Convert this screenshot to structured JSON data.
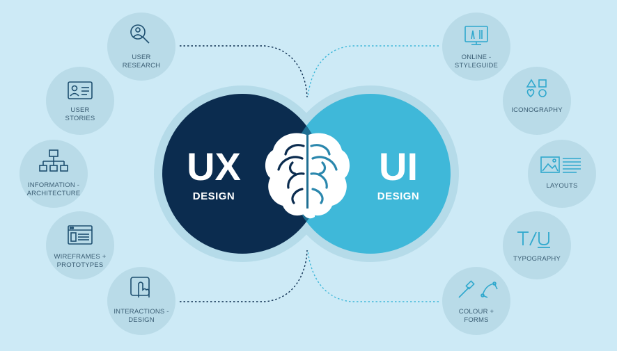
{
  "colors": {
    "background": "#cdeaf6",
    "ux_circle": "#0b2c4f",
    "ui_circle": "#3fb8d9",
    "node_fill": "#b9dbe8",
    "icon_stroke": "#1d4e6f",
    "ui_icon_stroke": "#2fa8cd"
  },
  "ux": {
    "title": "UX",
    "subtitle": "DESIGN",
    "nodes": [
      {
        "icon": "magnifier-person-icon",
        "lines": [
          "USER",
          "RESEARCH"
        ]
      },
      {
        "icon": "id-card-icon",
        "lines": [
          "USER",
          "STORIES"
        ]
      },
      {
        "icon": "sitemap-icon",
        "lines": [
          "INFORMATION -",
          "ARCHITECTURE"
        ]
      },
      {
        "icon": "browser-window-icon",
        "lines": [
          "WIREFRAMES +",
          "PROTOTYPES"
        ]
      },
      {
        "icon": "touch-hand-icon",
        "lines": [
          "INTERACTIONS -",
          "DESIGN"
        ]
      }
    ]
  },
  "ui": {
    "title": "UI",
    "subtitle": "DESIGN",
    "nodes": [
      {
        "icon": "monitor-tools-icon",
        "lines": [
          "ONLINE -",
          "STYLEGUIDE"
        ]
      },
      {
        "icon": "shapes-icon",
        "lines": [
          "ICONOGRAPHY"
        ]
      },
      {
        "icon": "layout-image-icon",
        "lines": [
          "LAYOUTS"
        ]
      },
      {
        "icon": "typography-icon",
        "lines": [
          "TYPOGRAPHY"
        ]
      },
      {
        "icon": "pipette-pen-icon",
        "lines": [
          "COLOUR +",
          "FORMS"
        ]
      }
    ]
  }
}
